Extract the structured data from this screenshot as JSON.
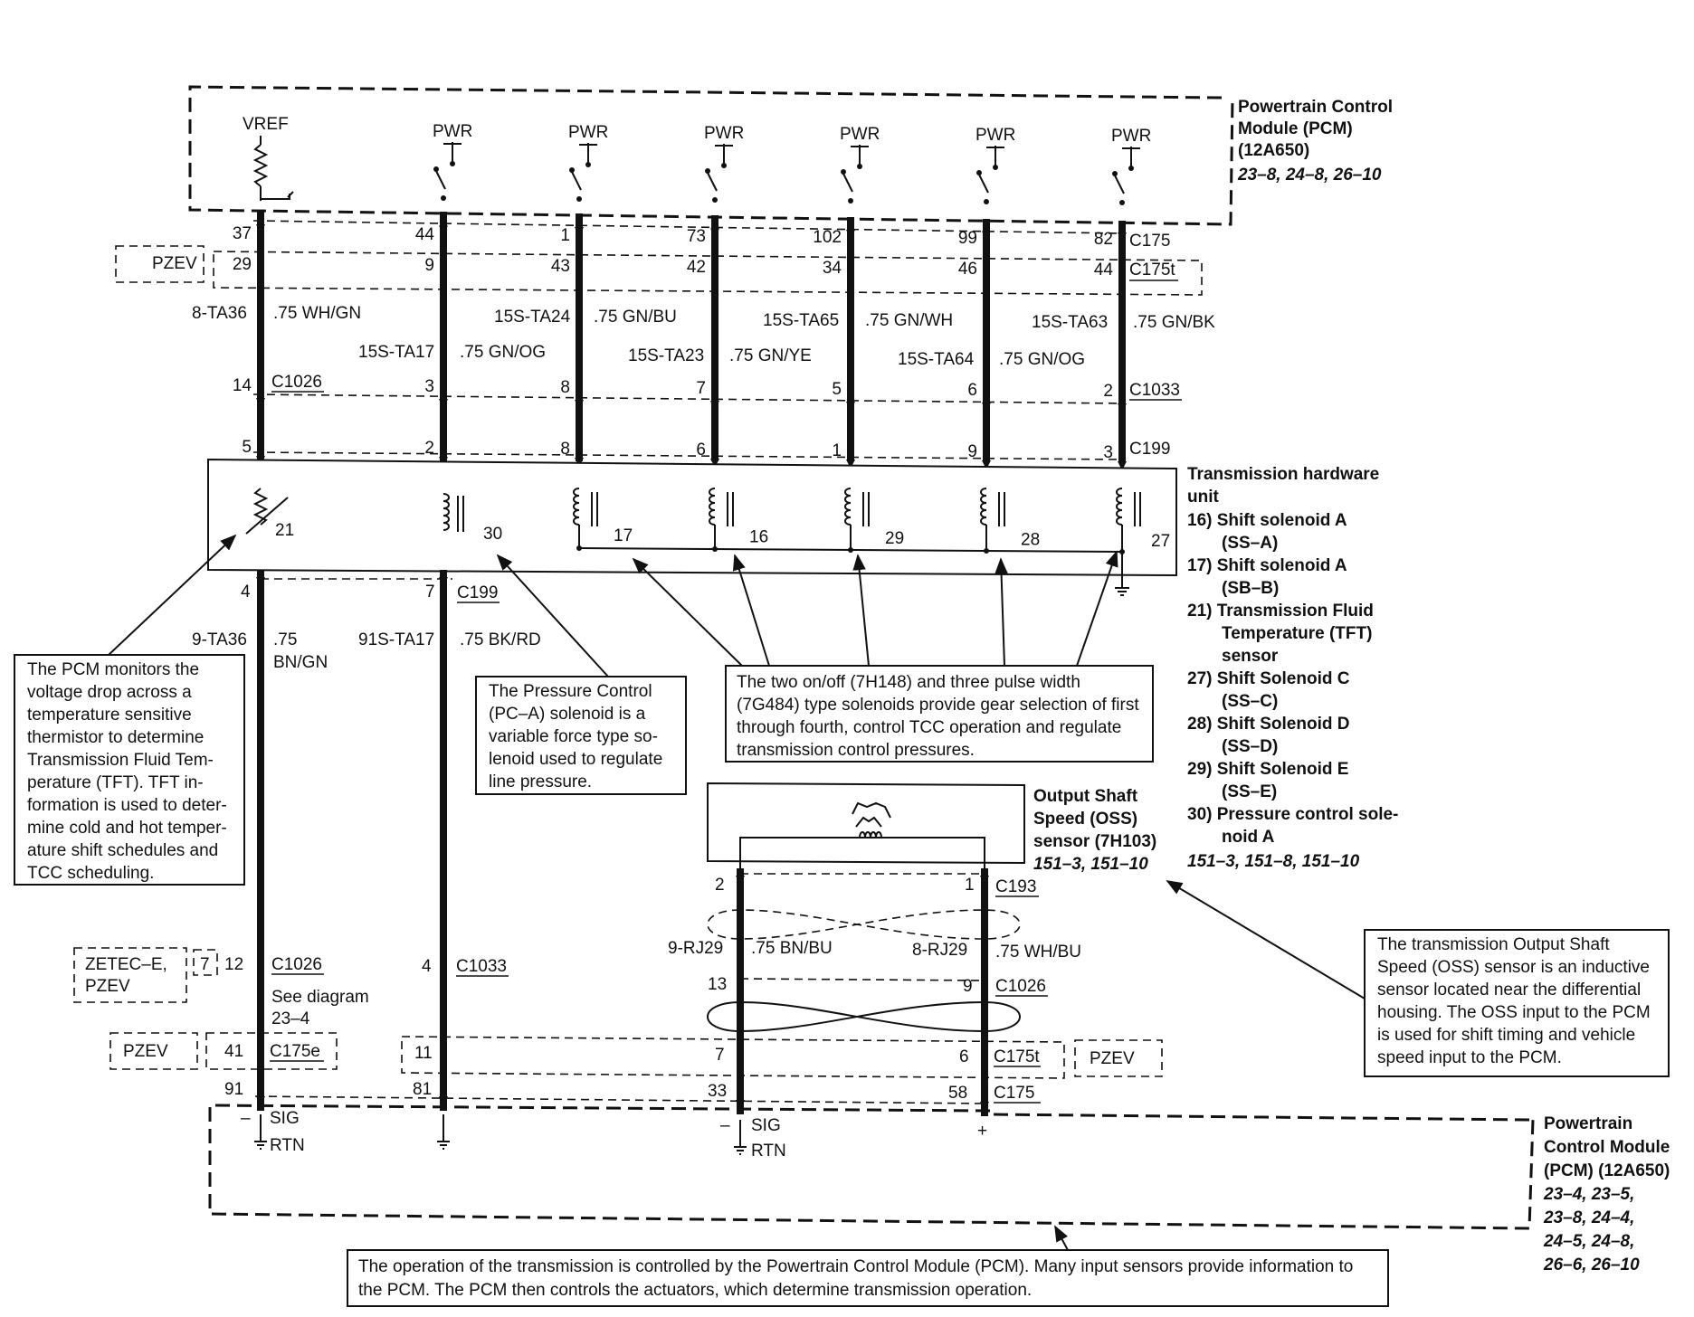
{
  "pcm_top": {
    "title": [
      "Powertrain Control",
      "Module (PCM)",
      "(12A650)"
    ],
    "refs": "23–8, 24–8, 26–10"
  },
  "pcm_bottom": {
    "title": [
      "Powertrain",
      "Control Module",
      "(PCM) (12A650)"
    ],
    "refs": [
      "23–4, 23–5,",
      "23–8, 24–4,",
      "24–5, 24–8,",
      "26–6, 26–10"
    ]
  },
  "thu": {
    "title": [
      "Transmission hardware",
      "unit"
    ],
    "items": [
      "16) Shift solenoid A",
      "(SS–A)",
      "17) Shift solenoid A",
      "(SB–B)",
      "21) Transmission Fluid",
      "Temperature (TFT)",
      "sensor",
      "27) Shift Solenoid C",
      "(SS–C)",
      "28) Shift Solenoid D",
      "(SS–D)",
      "29) Shift Solenoid E",
      "(SS–E)",
      "30) Pressure control sole-",
      "noid A"
    ],
    "refs": "151–3, 151–8, 151–10"
  },
  "oss": {
    "title": [
      "Output Shaft",
      "Speed (OSS)",
      "sensor (7H103)"
    ],
    "refs": "151–3, 151–10"
  },
  "vref": "VREF",
  "pwr": [
    "PWR",
    "PWR",
    "PWR",
    "PWR",
    "PWR",
    "PWR"
  ],
  "connectors": {
    "c175": "C175",
    "c175t": "C175t",
    "c1026": "C1026",
    "c1033": "C1033",
    "c199": "C199",
    "c193": "C193",
    "c175e": "C175e"
  },
  "pins_c175": [
    "37",
    "44",
    "1",
    "73",
    "102",
    "99",
    "82"
  ],
  "pins_c175t": [
    "29",
    "9",
    "43",
    "42",
    "34",
    "46",
    "44"
  ],
  "pins_mid": [
    "14",
    "3",
    "8",
    "7",
    "5",
    "6",
    "2"
  ],
  "pins_c199": [
    "5",
    "2",
    "8",
    "6",
    "1",
    "9",
    "3"
  ],
  "pzev": "PZEV",
  "circuits": {
    "c0": "8-TA36",
    "w0": ".75 WH/GN",
    "c1": "15S-TA17",
    "w1": ".75 GN/OG",
    "c2": "15S-TA24",
    "w2": ".75 GN/BU",
    "c3": "15S-TA23",
    "w3": ".75 GN/YE",
    "c4": "15S-TA65",
    "w4": ".75 GN/WH",
    "c5": "15S-TA64",
    "w5": ".75 GN/OG",
    "c6": "15S-TA63",
    "w6": ".75 GN/BK"
  },
  "components": [
    "21",
    "30",
    "17",
    "16",
    "29",
    "28",
    "27"
  ],
  "lower": {
    "pin4": "4",
    "pin7": "7",
    "c_tft": "9-TA36",
    "w_tft_1": ".75",
    "w_tft_2": "BN/GN",
    "c_pc": "91S-TA17",
    "w_pc": ".75 BK/RD",
    "zetec_1": "ZETEC–E,",
    "zetec_2": "PZEV",
    "pin_z7": "7",
    "pin_12": "12",
    "pin_4b": "4",
    "see_1": "See diagram",
    "see_2": "23–4",
    "pin41": "41",
    "pin11": "11",
    "pin91": "91",
    "pin81": "81",
    "minus": "–",
    "plus": "+",
    "sig": "SIG",
    "rtn": "RTN",
    "oss_pin2": "2",
    "oss_pin1": "1",
    "c_oss_a": "9-RJ29",
    "w_oss_a": ".75 BN/BU",
    "c_oss_b": "8-RJ29",
    "w_oss_b": ".75 WH/BU",
    "oss_pin13": "13",
    "oss_pin9": "9",
    "oss_pin7": "7",
    "oss_pin6": "6",
    "oss_pin33": "33",
    "oss_pin58": "58"
  },
  "notes": {
    "tft": [
      "The PCM monitors the",
      "voltage drop across a",
      "temperature sensitive",
      "thermistor to determine",
      "Transmission Fluid Tem-",
      "perature (TFT). TFT in-",
      "formation is used to deter-",
      "mine cold and hot temper-",
      "ature shift schedules and",
      "TCC scheduling."
    ],
    "pc": [
      "The Pressure Control",
      "(PC–A) solenoid is a",
      "variable force type so-",
      "lenoid used to regulate",
      "line pressure."
    ],
    "sol": [
      "The two on/off (7H148) and three pulse width",
      "(7G484) type solenoids provide gear selection of first",
      "through fourth, control TCC operation and regulate",
      "transmission control pressures."
    ],
    "oss": [
      "The transmission Output Shaft",
      "Speed (OSS) sensor is an inductive",
      "sensor located near the differential",
      "housing. The OSS input to the PCM",
      "is used for shift timing and vehicle",
      "speed input to the PCM."
    ],
    "bottom": [
      "The operation of the transmission is controlled by the Powertrain Control Module (PCM). Many input sensors provide information to",
      "the PCM. The PCM then controls the actuators, which determine transmission operation."
    ]
  }
}
